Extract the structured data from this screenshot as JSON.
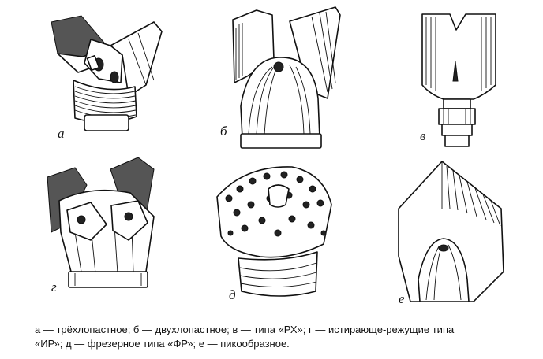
{
  "figure": {
    "labels": {
      "a": "а",
      "b": "б",
      "v": "в",
      "g": "г",
      "d": "д",
      "e": "е"
    },
    "icons": [
      "three-blade-bit-icon",
      "two-blade-bit-icon",
      "rx-bit-icon",
      "abrasive-cutting-bit-icon",
      "milling-bit-icon",
      "pike-bit-icon"
    ]
  },
  "caption": {
    "line1": "а — трёхлопастное; б — двухлопастное; в — типа «РХ»; г — истирающе-режущие типа",
    "line2": "«ИР»; д — фрезерное типа «ФР»; е — пикообразное."
  }
}
